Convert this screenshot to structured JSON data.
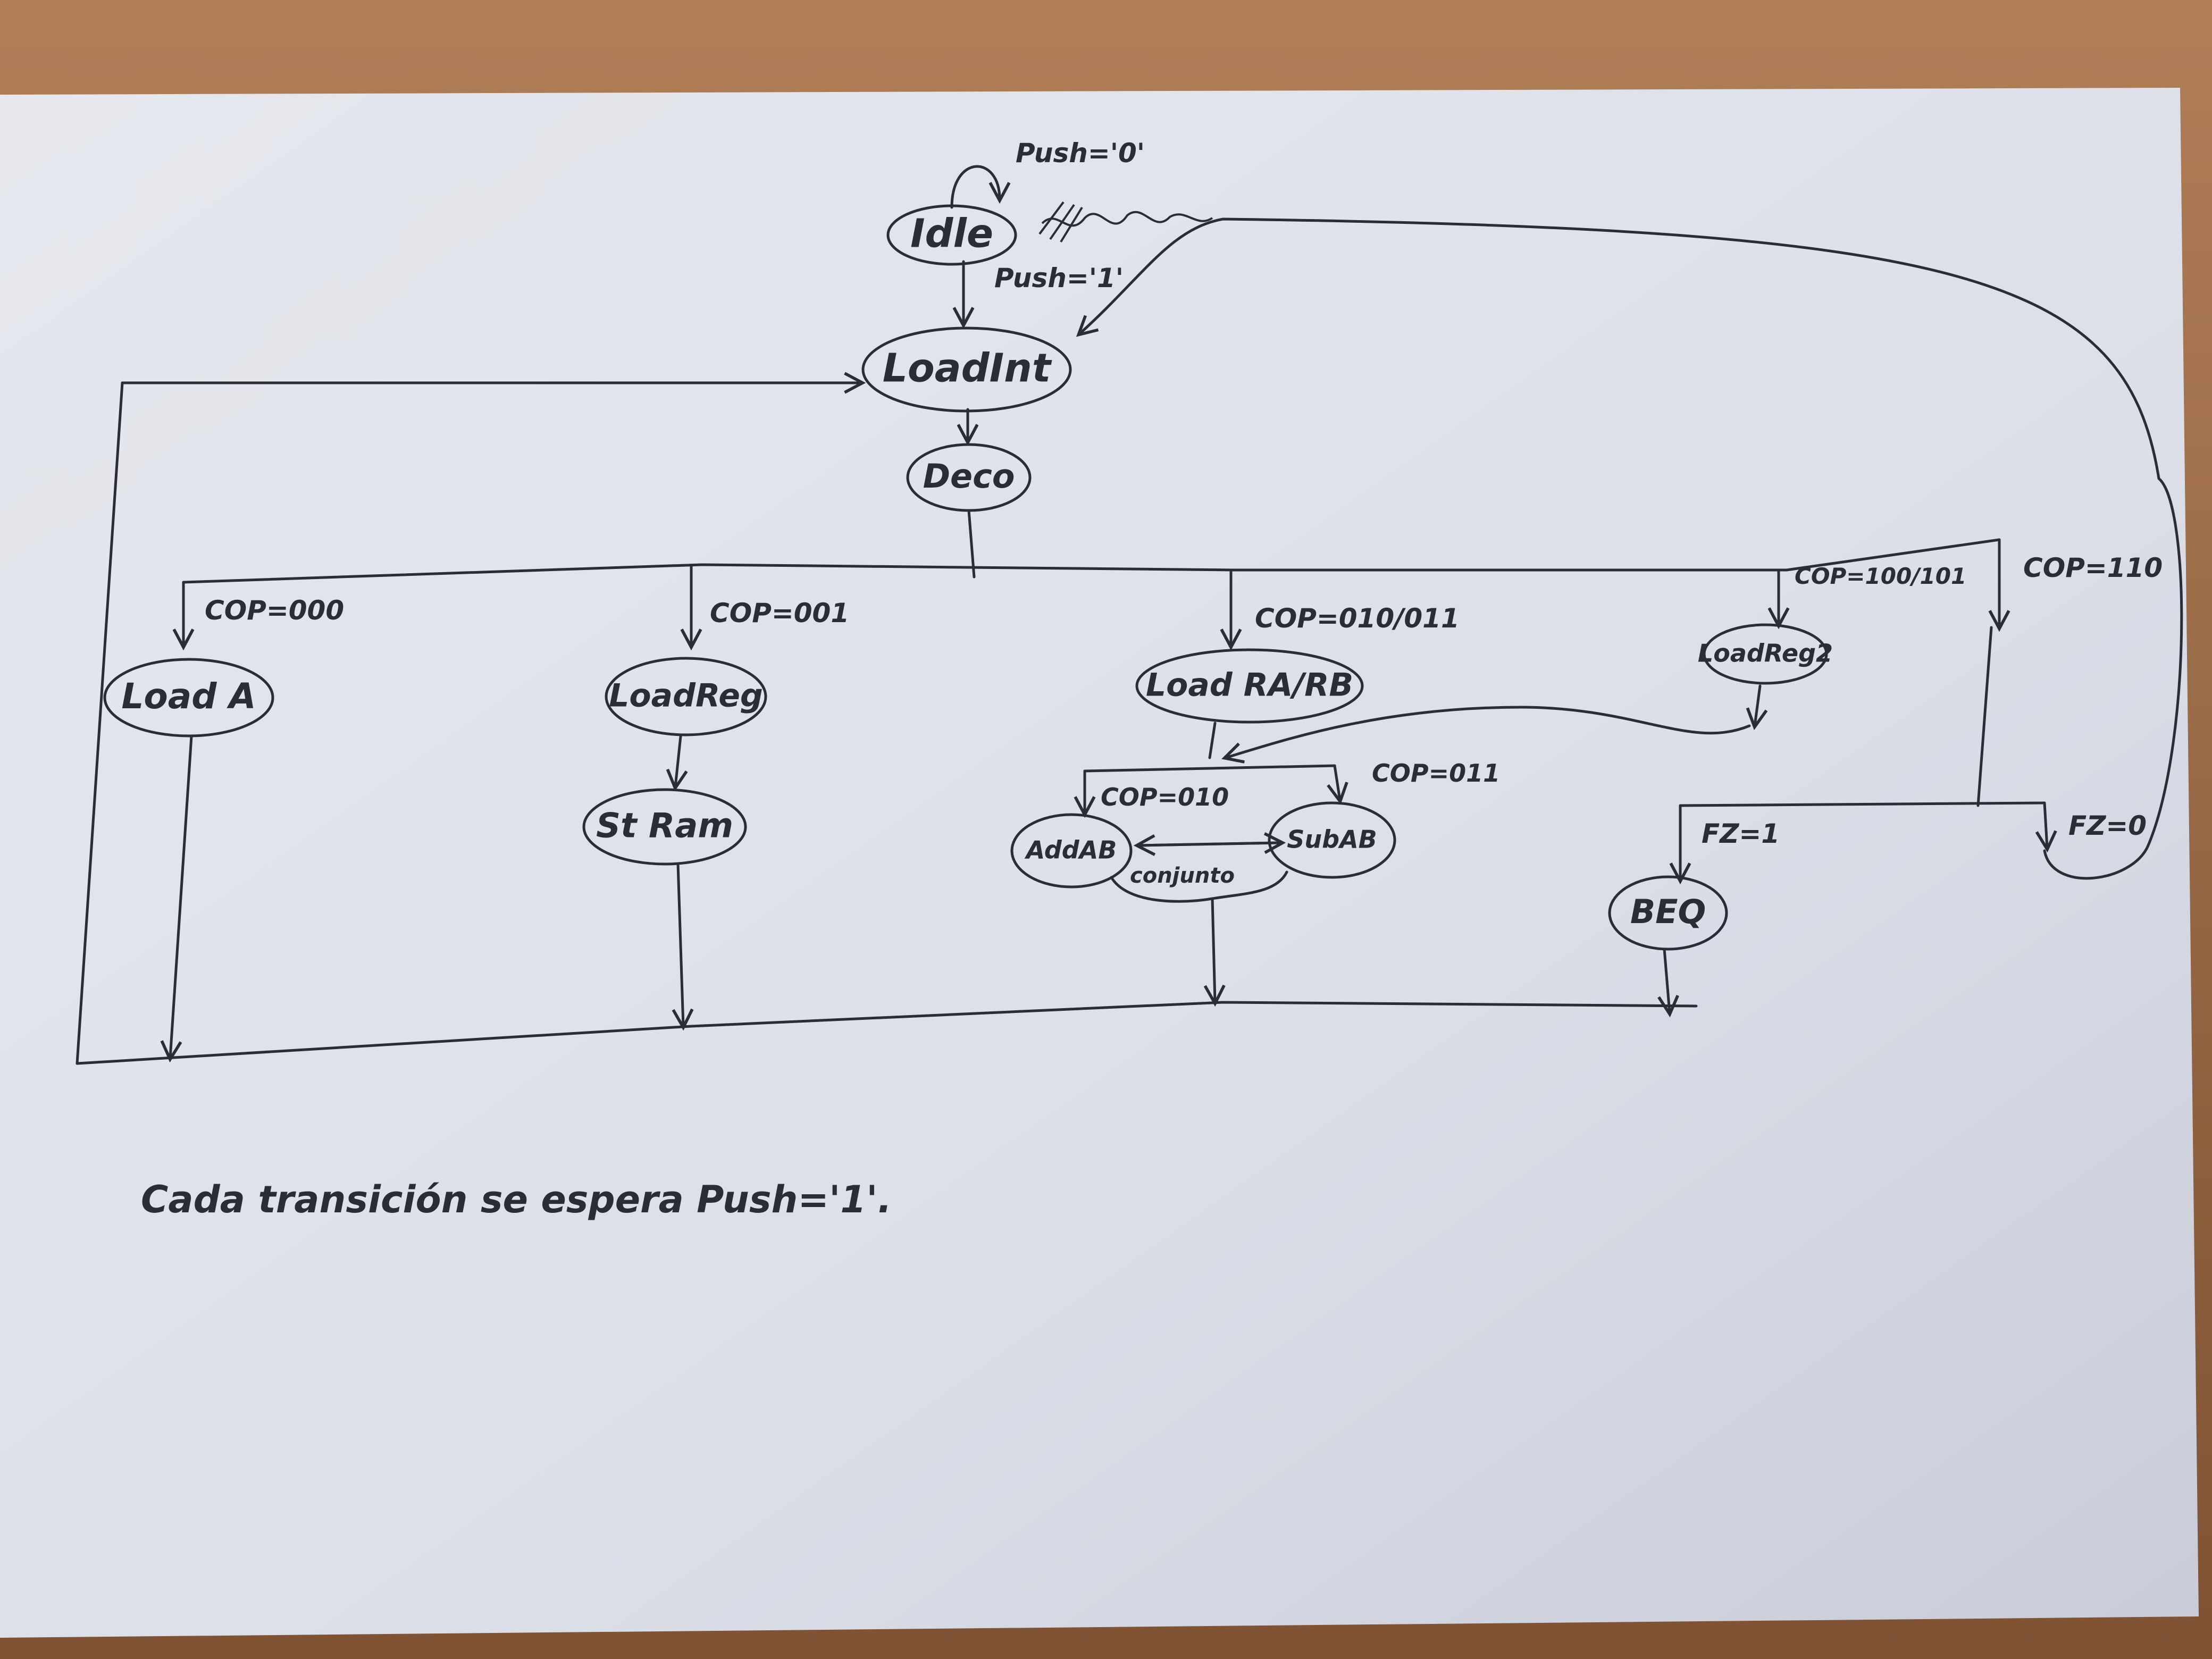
{
  "states": {
    "idle": "Idle",
    "load_int": "LoadInt",
    "deco": "Deco",
    "load_a": "Load A",
    "load_reg": "LoadReg",
    "st_ram": "St Ram",
    "load_ra_rb": "Load RA/RB",
    "load_reg2": "LoadReg2",
    "add_ab": "AddAB",
    "sub_ab": "SubAB",
    "beq": "BEQ"
  },
  "conditions": {
    "push_0": "Push='0'",
    "push_1": "Push='1'",
    "cop_000": "COP=000",
    "cop_001": "COP=001",
    "cop_010_011": "COP=010/011",
    "cop_100_101": "COP=100/101",
    "cop_110": "COP=110",
    "cop_010": "COP=010",
    "cop_011": "COP=011",
    "conjunto": "conjunto",
    "fz_1": "FZ=1",
    "fz_0": "FZ=0"
  },
  "note": "Cada transición se espera Push='1'.",
  "colors": {
    "table": "#9a6a45",
    "paper": "#dfe3ec",
    "ink": "#2a2c36"
  }
}
